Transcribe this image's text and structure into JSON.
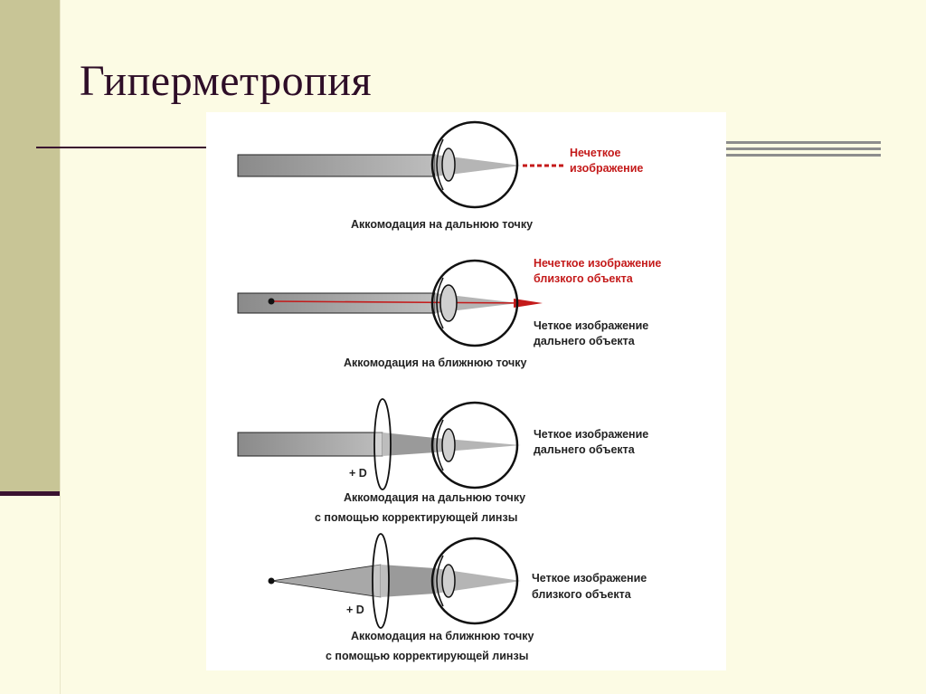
{
  "slide": {
    "title": "Гиперметропия"
  },
  "figure": {
    "panel1": {
      "caption": "Аккомодация на дальнюю точку",
      "red_label_line1": "Нечеткое",
      "red_label_line2": "изображение"
    },
    "panel2": {
      "caption": "Аккомодация на ближнюю точку",
      "red_label_line1": "Нечеткое изображение",
      "red_label_line2": "близкого объекта",
      "label_line1": "Четкое изображение",
      "label_line2": "дальнего объекта"
    },
    "panel3": {
      "caption_line1": "Аккомодация на дальнюю точку",
      "caption_line2": "с помощью  корректирующей линзы",
      "label_line1": "Четкое изображение",
      "label_line2": "дальнего объекта",
      "lens_label": "+ D"
    },
    "panel4": {
      "caption_line1": "Аккомодация на ближнюю точку",
      "caption_line2": "с помощью корректирующей линзы",
      "label_line1": "Четкое изображение",
      "label_line2": "близкого объекта",
      "lens_label": "+ D"
    }
  },
  "colors": {
    "background": "#fcfbe4",
    "accent_bar": "#c8c596",
    "title_color": "#2e0e28",
    "red_text": "#c41a1a"
  }
}
